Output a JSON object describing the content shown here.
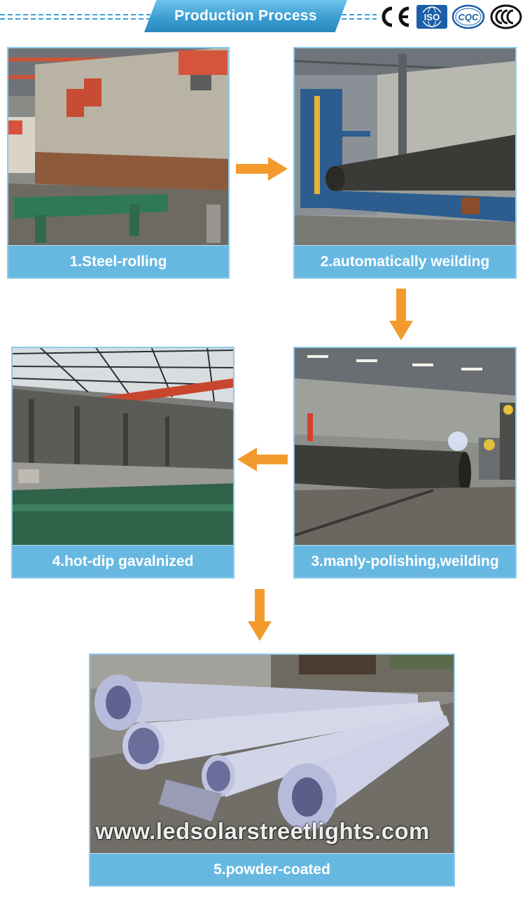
{
  "header": {
    "title": "Production Process",
    "certifications": [
      "CE",
      "ISO",
      "CQC",
      "CCC"
    ]
  },
  "steps": [
    {
      "label": "1.Steel-rolling"
    },
    {
      "label": "2.automatically weilding"
    },
    {
      "label": "3.manly-polishing,weilding"
    },
    {
      "label": "4.hot-dip gavalnized"
    },
    {
      "label": "5.powder-coated"
    }
  ],
  "watermark": "www.ledsolarstreetlights.com",
  "colors": {
    "accent_blue": "#3b9fd2",
    "caption_blue": "#66b8e1",
    "arrow_orange": "#f39a2e"
  }
}
